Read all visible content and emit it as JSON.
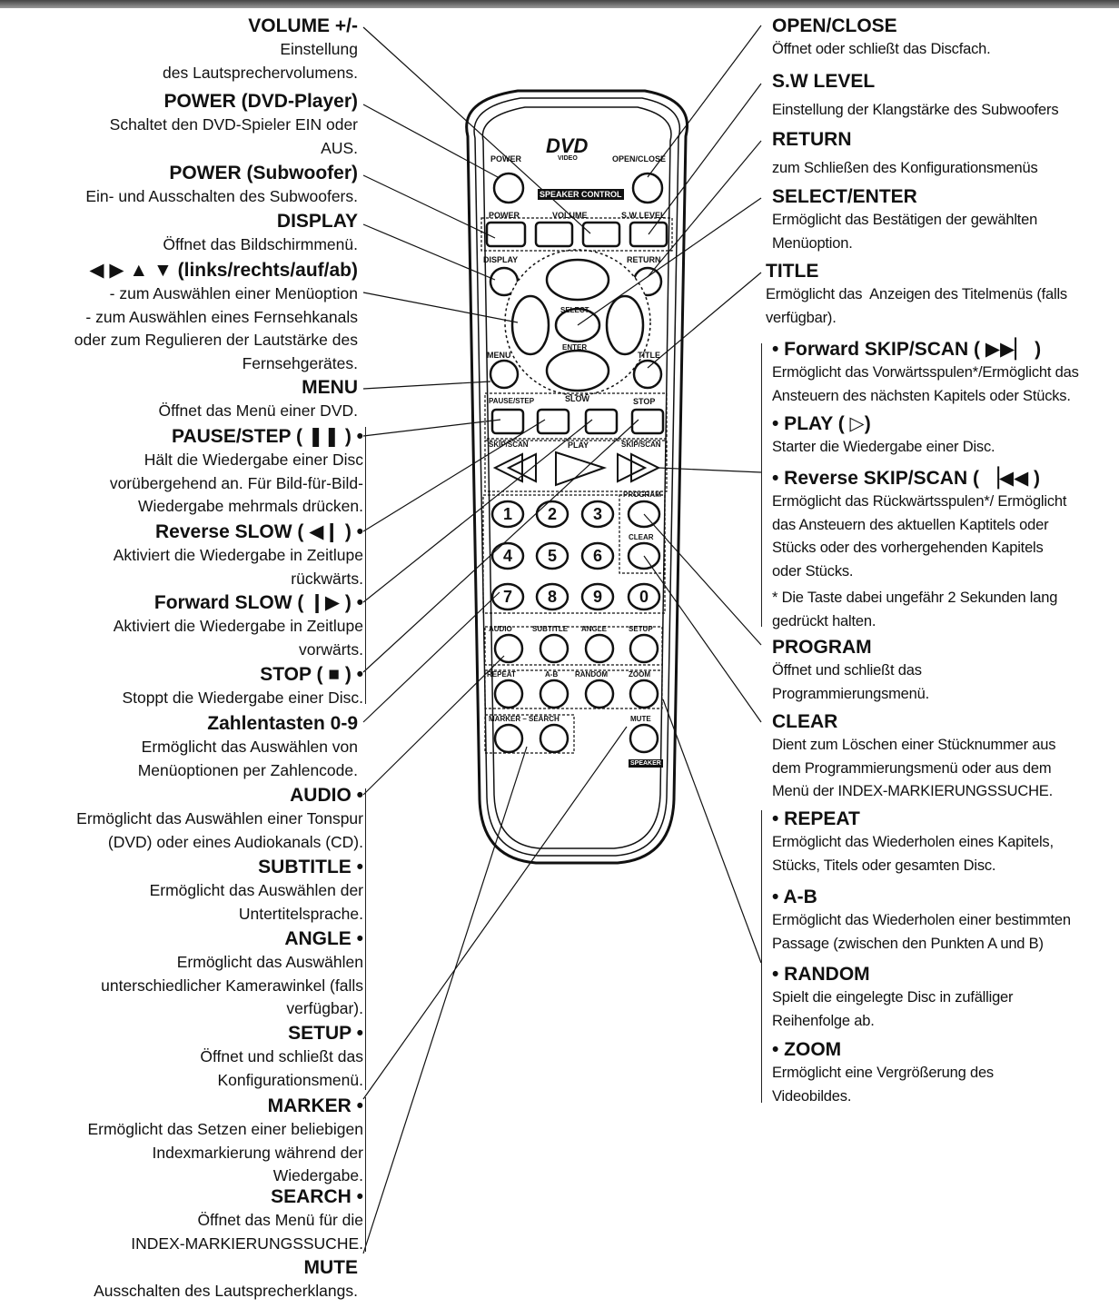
{
  "left": [
    {
      "title": "VOLUME +/-",
      "desc": "Einstellung\ndes Lautsprechervolumens."
    },
    {
      "title": "POWER (DVD-Player)",
      "desc": "Schaltet den DVD-Spieler EIN oder\nAUS."
    },
    {
      "title": "POWER (Subwoofer)",
      "desc": "Ein- und Ausschalten des Subwoofers."
    },
    {
      "title": "DISPLAY",
      "desc": "Öffnet das Bildschirmmenü."
    },
    {
      "title": "◀ ▶ ▲ ▼ (links/rechts/auf/ab)",
      "desc": "- zum Auswählen einer Menüoption\n- zum Auswählen eines Fernsehkanals\noder zum Regulieren der Lautstärke des\nFernsehgerätes."
    },
    {
      "title": "MENU",
      "desc": "Öffnet das Menü einer DVD."
    },
    {
      "title": "PAUSE/STEP ( ❚❚ ) •",
      "desc": "Hält die Wiedergabe einer Disc\nvorübergehend an. Für Bild-für-Bild-\nWiedergabe mehrmals drücken."
    },
    {
      "title": "Reverse SLOW ( ◀❙ ) •",
      "desc": "Aktiviert die Wiedergabe in Zeitlupe\nrückwärts."
    },
    {
      "title": "Forward SLOW ( ❙▶ ) •",
      "desc": "Aktiviert die Wiedergabe in Zeitlupe\nvorwärts."
    },
    {
      "title": "STOP ( ■ ) •",
      "desc": "Stoppt die Wiedergabe einer Disc."
    },
    {
      "title": "Zahlentasten 0-9",
      "desc": "Ermöglicht das Auswählen von\nMenüoptionen per Zahlencode."
    },
    {
      "title": "AUDIO •",
      "desc": "Ermöglicht das Auswählen einer Tonspur\n(DVD) oder eines Audiokanals (CD)."
    },
    {
      "title": "SUBTITLE •",
      "desc": "Ermöglicht das Auswählen der\nUntertitelsprache."
    },
    {
      "title": "ANGLE •",
      "desc": "Ermöglicht das Auswählen\nunterschiedlicher Kamerawinkel (falls\nverfügbar)."
    },
    {
      "title": "SETUP •",
      "desc": "Öffnet und schließt das\nKonfigurationsmenü."
    },
    {
      "title": "MARKER •",
      "desc": "Ermöglicht das Setzen einer beliebigen\nIndexmarkierung während der\nWiedergabe."
    },
    {
      "title": "SEARCH •",
      "desc": "Öffnet das Menü für die\nINDEX-MARKIERUNGSSUCHE."
    },
    {
      "title": "MUTE",
      "desc": "Ausschalten des Lautsprecherklangs."
    }
  ],
  "right": [
    {
      "title": "OPEN/CLOSE",
      "desc": "Öffnet oder schließt das Discfach."
    },
    {
      "title": "S.W LEVEL",
      "desc": "Einstellung der Klangstärke des Subwoofers"
    },
    {
      "title": "RETURN",
      "desc": "zum Schließen des Konfigurationsmenüs"
    },
    {
      "title": "SELECT/ENTER",
      "desc": "Ermöglicht das Bestätigen der gewählten\nMenüoption."
    },
    {
      "title": "TITLE",
      "desc": "Ermöglicht das  Anzeigen des Titelmenüs (falls\nverfügbar)."
    },
    {
      "title": "• Forward SKIP/SCAN ( ▶▶▏ )",
      "desc": "Ermöglicht das Vorwärtsspulen*/Ermöglicht das\nAnsteuern des nächsten Kapitels oder Stücks."
    },
    {
      "title": "• PLAY ( ▷)",
      "desc": "Starter die Wiedergabe einer Disc."
    },
    {
      "title": "• Reverse SKIP/SCAN ( ▕◀◀ )",
      "desc": "Ermöglicht das Rückwärtsspulen*/ Ermöglicht\ndas Ansteuern des aktuellen Kaptitels oder\nStücks oder des vorhergehenden Kapitels\noder Stücks."
    },
    {
      "title": "",
      "desc": "* Die Taste dabei ungefähr 2 Sekunden lang\ngedrückt halten."
    },
    {
      "title": "PROGRAM",
      "desc": "Öffnet und schließt das\nProgrammierungsmenü."
    },
    {
      "title": "CLEAR",
      "desc": "Dient zum Löschen einer Stücknummer aus\ndem Programmierungsmenü oder aus dem\nMenü der INDEX-MARKIERUNGSSUCHE."
    },
    {
      "title": "• REPEAT",
      "desc": "Ermöglicht das Wiederholen eines Kapitels,\nStücks, Titels oder gesamten Disc."
    },
    {
      "title": "• A-B",
      "desc": "Ermöglicht das Wiederholen einer bestimmten\nPassage (zwischen den Punkten A und B)"
    },
    {
      "title": "• RANDOM",
      "desc": "Spielt die eingelegte Disc in zufälliger\nReihenfolge ab."
    },
    {
      "title": "• ZOOM",
      "desc": "Ermöglicht eine Vergrößerung des\nVideobildes."
    }
  ],
  "remote": {
    "logo": "DVD",
    "logo_sub": "VIDEO",
    "power": "POWER",
    "open_close": "OPEN/CLOSE",
    "speaker_control": "SPEAKER CONTROL",
    "sub_power": "POWER",
    "volume": "VOLUME",
    "sw_level": "S.W LEVEL",
    "display": "DISPLAY",
    "return": "RETURN",
    "select": "SELECT",
    "enter": "ENTER",
    "menu": "MENU",
    "title": "TITLE",
    "pause_step": "PAUSE/STEP",
    "slow": "SLOW",
    "stop": "STOP",
    "skip_scan_rev": "SKIP/SCAN",
    "play": "PLAY",
    "skip_scan_fwd": "SKIP/SCAN",
    "program": "PROGRAM",
    "clear": "CLEAR",
    "digits": [
      "1",
      "2",
      "3",
      "4",
      "5",
      "6",
      "7",
      "8",
      "9",
      "0"
    ],
    "row1": [
      "AUDIO",
      "SUBTITLE",
      "ANGLE",
      "SETUP"
    ],
    "row2": [
      "REPEAT",
      "A-B",
      "RANDOM",
      "ZOOM"
    ],
    "marker_search": "MARKER – SEARCH",
    "mute": "MUTE",
    "speaker": "SPEAKER"
  }
}
